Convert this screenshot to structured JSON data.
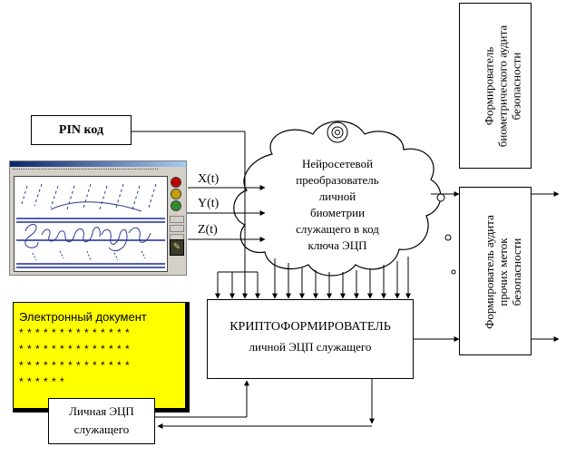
{
  "pin_box": {
    "label": "PIN  код"
  },
  "signals": {
    "x": "X(t)",
    "y": "Y(t)",
    "z": "Z(t)"
  },
  "neural_cloud": {
    "lines": [
      "Нейросетевой",
      "преобразователь",
      "личной",
      "биометрии",
      "служащего в код",
      "ключа ЭЦП"
    ]
  },
  "crypto_block": {
    "line1": "КРИПТОФОРМИРОВАТЕЛЬ",
    "line2": "личной  ЭЦП служащего"
  },
  "document": {
    "title": "Электронный документ",
    "rows": [
      "* * * * * * * * * * * * * *",
      "* * * * * * * * * * * * * *",
      "* * * * * * * * * * * * * *",
      "* * * * * *"
    ]
  },
  "signature_box": {
    "line1": "Личная  ЭЦП",
    "line2": "служащего"
  },
  "audit_biometric": {
    "lines": [
      "Формирователь",
      "биометрического аудита",
      "безопасности"
    ]
  },
  "audit_other": {
    "lines": [
      "Формирователь аудита",
      "прочих  меток",
      "безопасности"
    ]
  },
  "colors": {
    "document_fill": "#ffff00",
    "line": "#000000",
    "signature_ink": "#2b3a8f"
  },
  "icons": [
    "traffic-light-icon",
    "pen-tool-icon"
  ]
}
